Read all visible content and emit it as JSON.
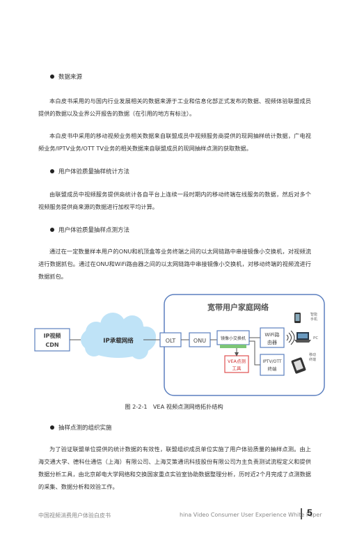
{
  "sections": {
    "data_source": {
      "heading": "数据来源",
      "p1": "本白皮书采用的与国内行业发展相关的数据来源于工业和信息化部正式发布的数据、视频体验联盟成员提供的数据以及业界公开报告的数据（在引用的地方有标注）。",
      "p2": "本白皮书中采用的移动视频业务相关数据来自联盟成员中视频服务商提供的现网抽样统计数据，广电视频业务/IPTV业务/OTT TV业务的相关数据来自联盟成员的现网抽样点测的获取数据。"
    },
    "stat_method": {
      "heading": "用户体验质量抽样统计方法",
      "p1": "由联盟成员中视频服务提供商统计各自平台上连续一段时期内的移动终端在线服务的数据，然后对多个视频服务提供商来源的数据进行加权平均计算。"
    },
    "test_method": {
      "heading": "用户体验质量抽样点测方法",
      "p1": "通过在一定数量样本用户的ONU和机顶盒等业务终端之间的以太网链路中串接镜像小交换机，对视频流进行数据抓包。通过在ONU和WiFi路由器之间的以太网链路中串接镜像小交换机，对移动终端的视频流进行数据抓包。"
    },
    "org": {
      "heading": "抽样点测的组织实施",
      "p1": "为了验证联盟单位提供的统计数据的有效性，联盟组织成员单位实施了用户体验质量的抽样点测。由上海交通大学、德科仕通信（上海）有限公司、上海艾策通讯科技股份有限公司为主负责测试流程定义和提供数据分析工具，由北京邮电大学网络和交换国家重点实验室协助数据整理分析，历时近2个月完成了点测数据的采集、数据分析和效验工作。"
    }
  },
  "diagram": {
    "home_network_title": "宽带用户家庭网络",
    "cdn_label_1": "IP视频",
    "cdn_label_2": "CDN",
    "cloud_label": "IP承载网络",
    "olt_label": "OLT",
    "onu_label": "ONU",
    "switch_label": "镜像小交换机",
    "wifi_label_1": "WiFi路",
    "wifi_label_2": "由器",
    "vea_label_1": "VEA点测",
    "vea_label_2": "工具",
    "iptv_label_1": "IPTV/OTT",
    "iptv_label_2": "终端",
    "phone_label_1": "智能",
    "phone_label_2": "手机",
    "pc_label": "PC",
    "tablet_label_1": "移动",
    "tablet_label_2": "终端"
  },
  "caption": "图 2-2-1　VEA 视频点测网络拓扑结构",
  "footer": {
    "left": "中国视频消费用户体验白皮书",
    "right": "hina Video Consumer User Experience White Paper",
    "page": "5"
  }
}
